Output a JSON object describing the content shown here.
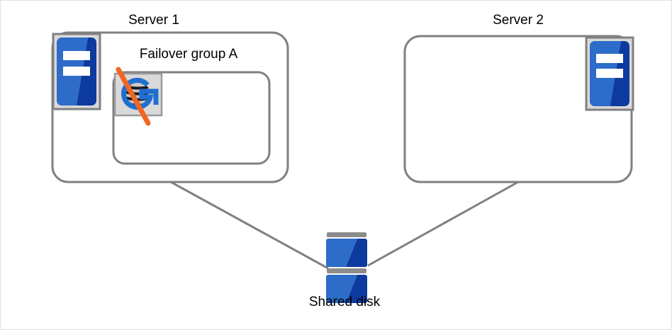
{
  "diagram": {
    "title_present": false,
    "type": "cluster-failover-topology",
    "background": "#ffffff",
    "border_color": "#e2e2e2"
  },
  "colors": {
    "box_stroke": "#808080",
    "link_line": "#808080",
    "icon_frame": "#808080",
    "icon_frame_fill": "#d9d9d9",
    "server_blue_light": "#2d6cc8",
    "server_blue_dark": "#0c3a9e",
    "group_ring_blue": "#1f6fd0",
    "disable_slash": "#f26522",
    "disk_bar_gray": "#8c8c8c",
    "text": "#000000"
  },
  "nodes": [
    {
      "id": "server1",
      "data_name": "server-1-box",
      "label": "Server 1",
      "icon": "server-icon",
      "icon_position": "top-left"
    },
    {
      "id": "server2",
      "data_name": "server-2-box",
      "label": "Server 2",
      "icon": "server-icon",
      "icon_position": "top-right"
    },
    {
      "id": "failover_group_a",
      "data_name": "failover-group-a-box",
      "label": "Failover group A",
      "icon": "failover-group-disabled-icon",
      "parent": "server1",
      "state": "stopped"
    },
    {
      "id": "shared_disk",
      "data_name": "shared-disk",
      "label": "Shared disk",
      "icon": "disk-stack-icon"
    }
  ],
  "connections": [
    {
      "from": "server1",
      "to": "shared_disk",
      "data_name": "link-server1-disk"
    },
    {
      "from": "server2",
      "to": "shared_disk",
      "data_name": "link-server2-disk"
    }
  ],
  "labels": {
    "server1": "Server 1",
    "server2": "Server 2",
    "failover_group": "Failover group A",
    "shared_disk": "Shared disk"
  },
  "icons": {
    "server": "server-icon",
    "failover_group_disabled": "failover-group-disabled-icon",
    "slash": "disabled-slash-icon",
    "disk": "disk-stack-icon"
  }
}
